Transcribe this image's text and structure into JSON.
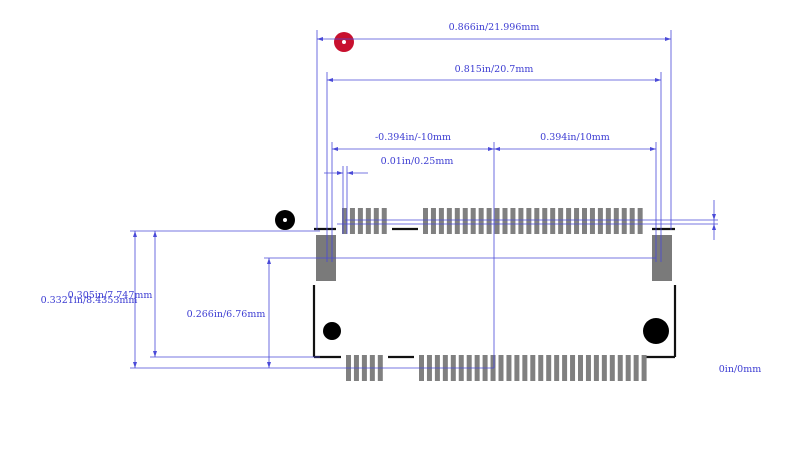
{
  "dimensions": {
    "overall_width": "0.866in/21.996mm",
    "pad_span": "0.815in/20.7mm",
    "left_offset": "-0.394in/-10mm",
    "right_offset": "0.394in/10mm",
    "small_gap": "0.01in/0.25mm",
    "height_outer": "0.3321in/8.4353mm",
    "height_mid": "0.305in/7.747mm",
    "height_inner": "0.266in/6.76mm",
    "origin": "0in/0mm"
  },
  "colors": {
    "dimension": "#4a4ad8",
    "pin": "#808080",
    "outline": "#111111",
    "pin1_marker": "#c8102e",
    "hole": "#000000"
  },
  "pins": {
    "top_group_left_count": 6,
    "top_group_right_count": 28,
    "bottom_group_left_count": 5,
    "bottom_group_right_count": 29
  }
}
